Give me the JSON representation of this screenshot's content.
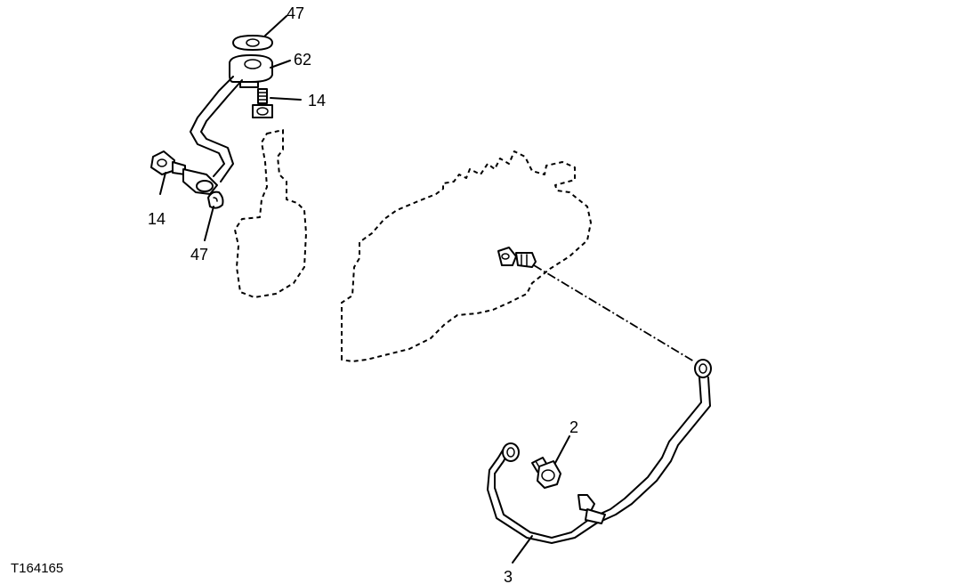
{
  "labels": {
    "gasket_top": "47",
    "fitting_top": "62",
    "bolt_top": "14",
    "bolt_left": "14",
    "gasket_left": "47",
    "plug": "2",
    "tube": "3"
  },
  "figure_id": "T164165"
}
